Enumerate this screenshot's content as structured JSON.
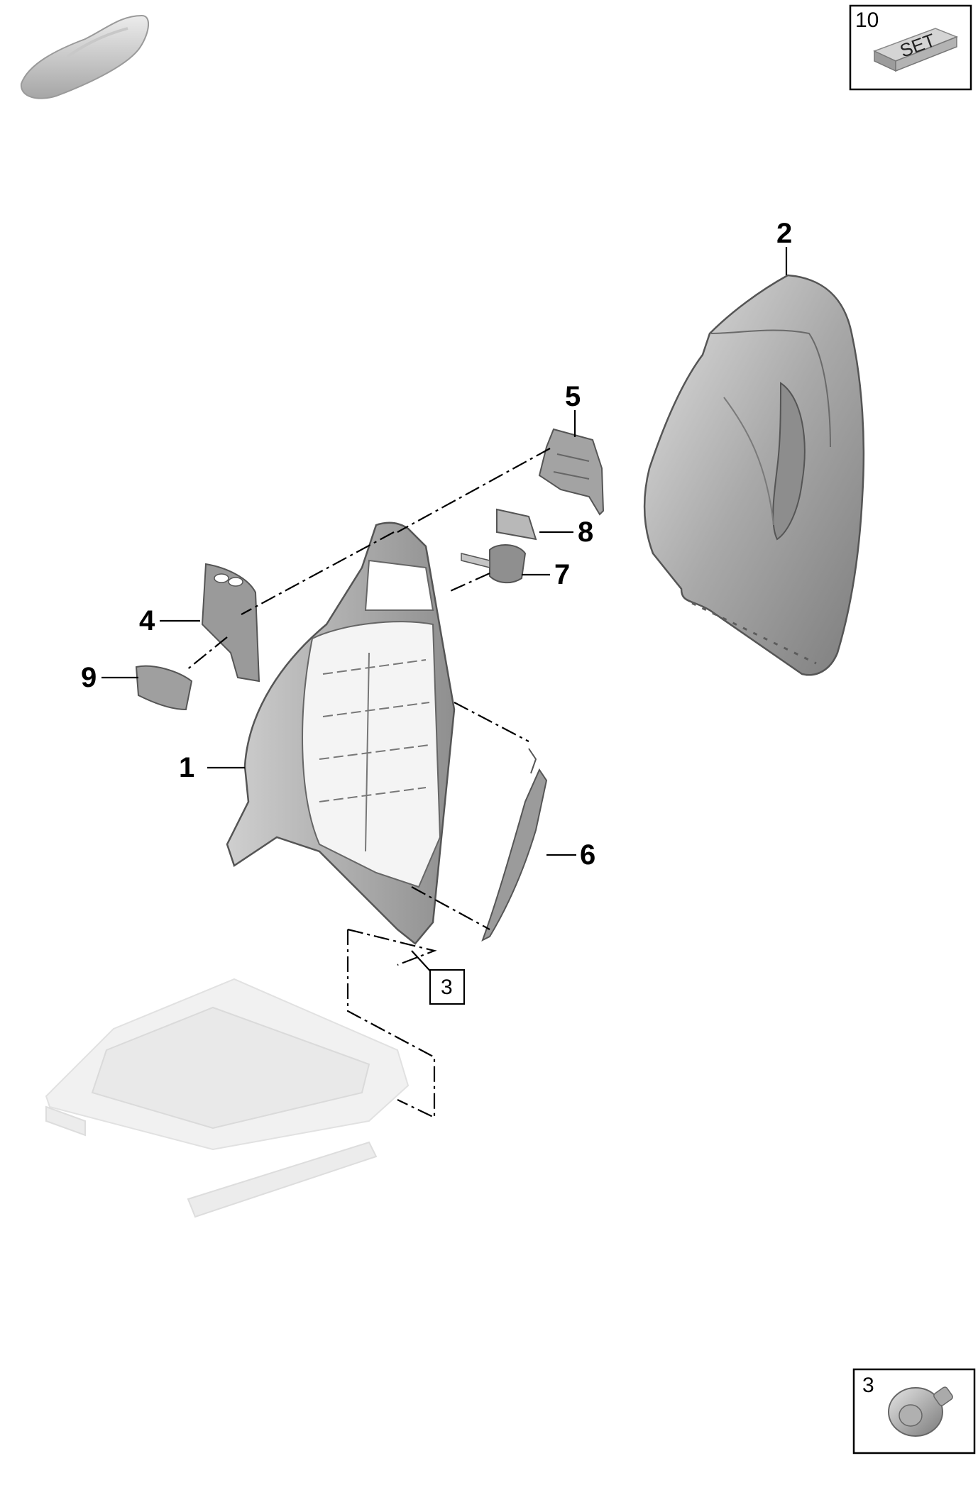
{
  "callouts": [
    "1",
    "2",
    "4",
    "5",
    "6",
    "7",
    "8",
    "9"
  ],
  "set_box": {
    "number": "10",
    "label": "SET"
  },
  "ref_box": "3",
  "legend_box": {
    "number": "3"
  },
  "colors": {
    "line": "#000000",
    "part_fill": "#b8b8b8",
    "part_dark": "#8c8c8c",
    "ghost": "#dcdcdc"
  },
  "icons": [
    "car-thumbnail-icon",
    "set-kit-icon",
    "bolt-icon"
  ]
}
